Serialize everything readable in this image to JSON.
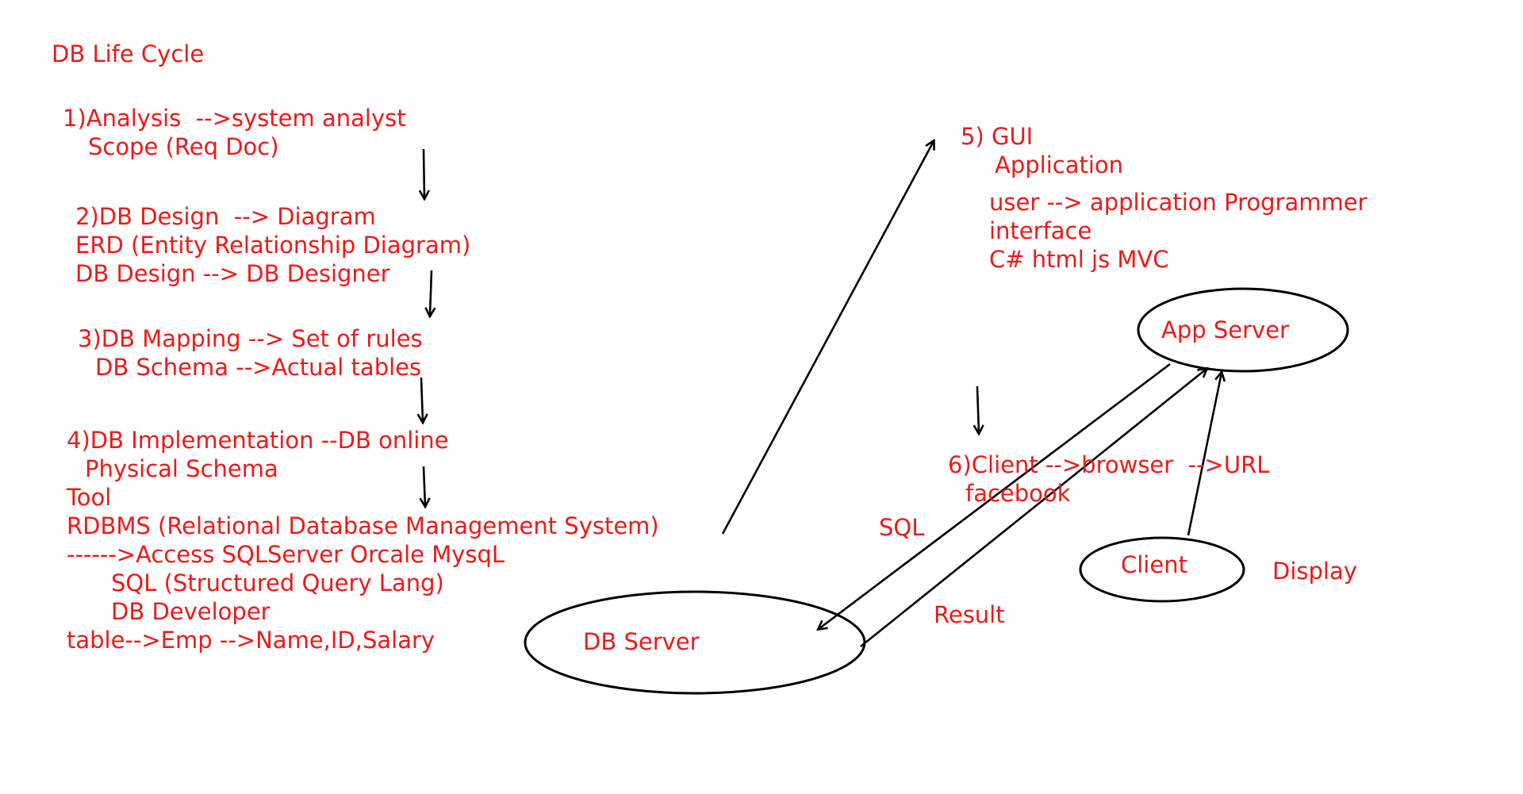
{
  "colors": {
    "text": "#f01818",
    "stroke": "#000000",
    "background": "#ffffff"
  },
  "title": "DB Life Cycle",
  "steps": {
    "analysis": [
      "1)Analysis  -->system analyst",
      "Scope (Req Doc)"
    ],
    "design": [
      "2)DB Design  --> Diagram",
      "ERD (Entity Relationship Diagram)",
      "DB Design --> DB Designer"
    ],
    "mapping": [
      "3)DB Mapping --> Set of rules",
      "DB Schema -->Actual tables"
    ],
    "implementation": [
      "4)DB Implementation --DB online",
      "Physical Schema",
      "Tool",
      "RDBMS (Relational Database Management System)",
      "------>Access SQLServer Orcale MysqL",
      "SQL (Structured Query Lang)",
      "DB Developer",
      "table-->Emp -->Name,ID,Salary"
    ],
    "gui": [
      "5) GUI",
      "Application",
      "user --> application Programmer",
      "interface",
      "C# html js MVC"
    ],
    "client": [
      "6)Client -->browser  -->URL",
      "facebook"
    ]
  },
  "nodes": {
    "db_server": "DB Server",
    "app_server": "App Server",
    "client": "Client"
  },
  "edge_labels": {
    "sql": "SQL",
    "result": "Result",
    "display": "Display"
  }
}
